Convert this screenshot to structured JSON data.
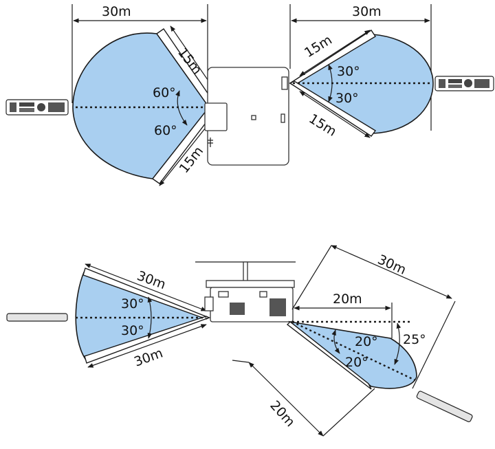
{
  "top_left": {
    "width_label": "30m",
    "edge_label_upper": "15m",
    "edge_label_lower": "15m",
    "angle_upper": "60°",
    "angle_lower": "60°"
  },
  "top_right": {
    "width_label": "30m",
    "edge_label_upper": "15m",
    "edge_label_lower": "15m",
    "angle_upper": "30°",
    "angle_lower": "30°"
  },
  "bottom_left": {
    "edge_label_upper": "30m",
    "edge_label_lower": "30m",
    "angle_upper": "30°",
    "angle_lower": "30°"
  },
  "bottom_right": {
    "outer_label": "30m",
    "horizontal_label": "20m",
    "diagonal_label": "20m",
    "angle_upper": "20°",
    "angle_lower": "20°",
    "angle_tilt": "25°"
  },
  "colors": {
    "zone_fill": "#a9cff0",
    "outline": "#1a1a1a"
  },
  "icons": [
    "remote-control-icon",
    "remote-control-side-icon",
    "projector-icon"
  ]
}
